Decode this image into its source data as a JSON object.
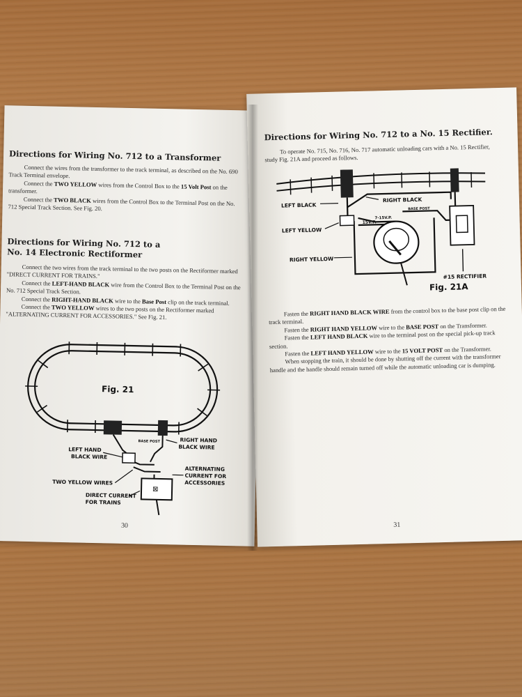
{
  "left_page": {
    "heading1": "Directions for Wiring No. 712 to a Transformer",
    "para1_a": "Connect the wires from the transformer to the track terminal, as described on the No. 690 Track Terminal envelope.",
    "para1_b_pre": "Connect the ",
    "para1_b_bold1": "TWO YELLOW",
    "para1_b_mid": " wires from the Control Box to the ",
    "para1_b_bold2": "15 Volt Post",
    "para1_b_post": " on the transformer.",
    "para1_c_pre": "Connect the ",
    "para1_c_bold": "TWO BLACK",
    "para1_c_post": " wires from the Control Box to the Terminal Post on the No. 712 Special Track Section. See Fig. 20.",
    "heading2_line1": "Directions for Wiring No. 712 to a",
    "heading2_line2": "No. 14 Electronic Rectiformer",
    "para2_a": "Connect the two wires from the track terminal to the two posts on the Rectiformer marked \"DIRECT CURRENT FOR TRAINS.\"",
    "para2_b_pre": "Connect the ",
    "para2_b_bold": "LEFT-HAND BLACK",
    "para2_b_post": " wire from the Control Box to the Terminal Post on the No. 712 Special Track Section.",
    "para2_c_pre": "Connect the ",
    "para2_c_bold1": "RIGHT-HAND BLACK",
    "para2_c_mid": " wire to the ",
    "para2_c_bold2": "Base Post",
    "para2_c_post": " clip on the track terminal.",
    "para2_d_pre": "Connect the ",
    "para2_d_bold": "TWO YELLOW",
    "para2_d_post": " wires to the two posts on the Rectiformer marked \"ALTERNATING CURRENT FOR ACCESSORIES.\" See Fig. 21.",
    "figure": {
      "title": "Fig. 21",
      "label_left_hand_1": "LEFT HAND",
      "label_left_hand_2": "BLACK WIRE",
      "label_right_hand_1": "RIGHT HAND",
      "label_right_hand_2": "BLACK WIRE",
      "label_base_post": "BASE POST",
      "label_two_yellow": "TWO YELLOW WIRES",
      "label_alt_1": "ALTERNATING",
      "label_alt_2": "CURRENT FOR",
      "label_alt_3": "ACCESSORIES",
      "label_dc_1": "DIRECT CURRENT",
      "label_dc_2": "FOR TRAINS"
    },
    "folio": "30"
  },
  "right_page": {
    "heading": "Directions for Wiring No. 712 to a No. 15 Rectifier.",
    "intro": "To operate No. 715, No. 716, No. 717 automatic unloading cars with a No. 15 Rectifier, study Fig. 21A and proceed as follows.",
    "figure": {
      "title": "Fig. 21A",
      "label_left_black": "LEFT BLACK",
      "label_right_black": "RIGHT BLACK",
      "label_left_yellow": "LEFT YELLOW",
      "label_right_yellow": "RIGHT YELLOW",
      "label_15vp": "15V.P.",
      "label_7_15vp": "7-15V.P.",
      "label_base_post": "BASE POST",
      "label_rectifier": "#15 RECTIFIER"
    },
    "para_a_pre": "Fasten the ",
    "para_a_bold": "RIGHT HAND BLACK WIRE",
    "para_a_post": " from the control box to the base post clip on the track terminal.",
    "para_b_pre": "Fasten the ",
    "para_b_bold1": "RIGHT HAND YELLOW",
    "para_b_mid": " wire to the ",
    "para_b_bold2": "BASE POST",
    "para_b_post": " on the Transformer.",
    "para_c_pre": "Fasten the ",
    "para_c_bold": "LEFT HAND BLACK",
    "para_c_post": " wire to the terminal post on the special pick-up track section.",
    "para_d_pre": "Fasten the ",
    "para_d_bold1": "LEFT HAND YELLOW",
    "para_d_mid": " wire to the ",
    "para_d_bold2": "15 VOLT POST",
    "para_d_post": " on the Transformer.",
    "para_e": "When stopping the train, it should be done by shutting off the current with the transformer handle and the handle should remain turned off while the automatic unloading car is dumping.",
    "folio": "31"
  }
}
